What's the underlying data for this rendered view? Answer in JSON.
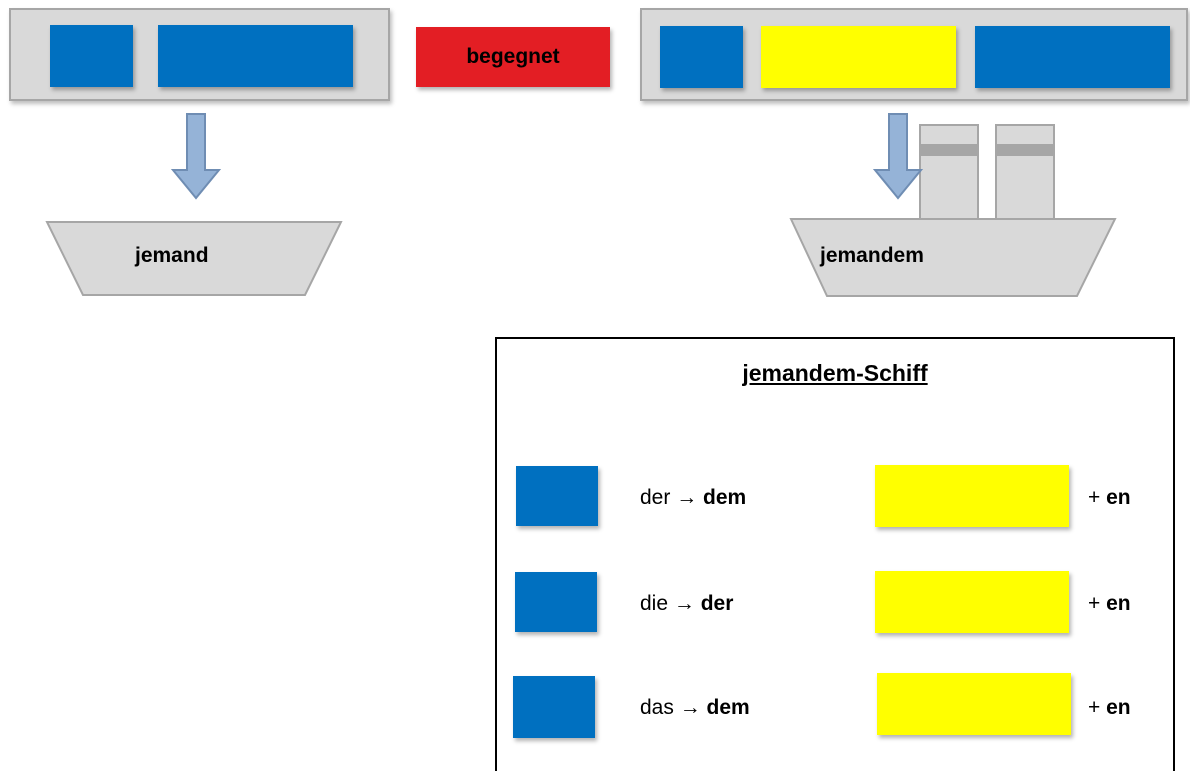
{
  "diagram": {
    "verb_label": "begegnet",
    "subject_ship_label": "jemand",
    "object_ship_label": "jemandem",
    "colors": {
      "frame": "#d9d9d9",
      "article_block": "#0070c0",
      "adjective_block": "#ffff00",
      "verb_block": "#e31e24",
      "arrow": "#95b3d7"
    }
  },
  "legend": {
    "title": "jemandem-Schiff",
    "rows": [
      {
        "from": "der",
        "arrow": "→",
        "to": "dem",
        "plus": "+",
        "ending": "en"
      },
      {
        "from": "die",
        "arrow": "→",
        "to": "der",
        "plus": "+",
        "ending": "en"
      },
      {
        "from": "das",
        "arrow": "→",
        "to": "dem",
        "plus": "+",
        "ending": "en"
      }
    ]
  }
}
